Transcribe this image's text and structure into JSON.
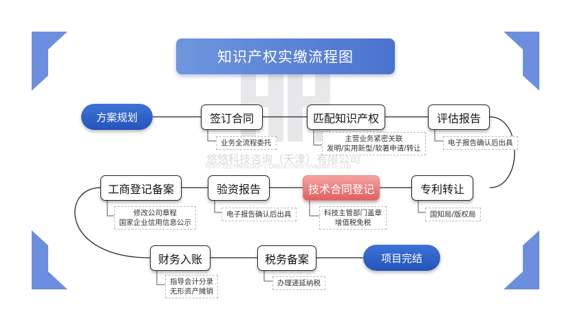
{
  "title": "知识产权实缴流程图",
  "watermark": {
    "cn": "悠悠科技咨询（天津）有限公司",
    "en": "YOYO TECHNOLOGY CONSULTING(TIANJIN)CO.,LTD"
  },
  "colors": {
    "accent": "#2f63c8",
    "corner": "#6b8fde",
    "highlight": "#e86a6a"
  },
  "nodes": {
    "plan": "方案规划",
    "sign": "签订合同",
    "match": "匹配知识产权",
    "assess": "评估报告",
    "transfer": "专利转让",
    "tech_reg": "技术合同登记",
    "verify": "验资报告",
    "biz_reg": "工商登记备案",
    "finance": "财务入账",
    "tax": "税务备案",
    "done": "项目完结"
  },
  "notes": {
    "sign": [
      "业务全流程委托"
    ],
    "match": [
      "主营业务紧密关联",
      "发明/实用新型/软著申请/转让"
    ],
    "assess": [
      "电子报告确认后出具"
    ],
    "transfer": [
      "国知局/版权局"
    ],
    "tech_reg": [
      "科技主管部门盖章",
      "增值税免税"
    ],
    "verify": [
      "电子报告确认后出具"
    ],
    "biz_reg": [
      "修改公司章程",
      "国家企业信用信息公示"
    ],
    "finance": [
      "指导会计分录",
      "无形资产摊销"
    ],
    "tax": [
      "办理递延纳税"
    ]
  }
}
